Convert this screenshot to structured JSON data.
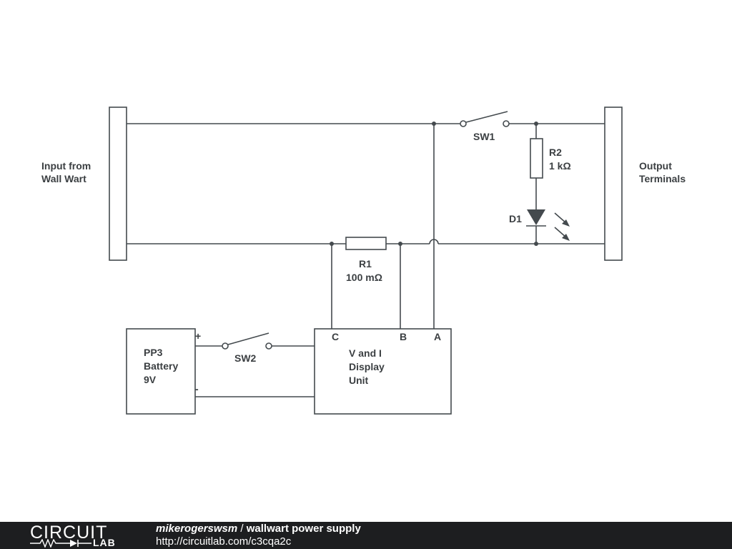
{
  "diagram": {
    "input_label": [
      "Input from",
      "Wall Wart"
    ],
    "output_label": [
      "Output",
      "Terminals"
    ],
    "sw1_label": "SW1",
    "sw2_label": "SW2",
    "r1_name": "R1",
    "r1_value": "100 mΩ",
    "r2_name": "R2",
    "r2_value": "1 kΩ",
    "d1_label": "D1",
    "battery_label": [
      "PP3",
      "Battery",
      "9V"
    ],
    "battery_plus": "+",
    "battery_minus": "-",
    "display_label": [
      "V and I",
      "Display",
      "Unit"
    ],
    "pin_c": "C",
    "pin_b": "B",
    "pin_a": "A",
    "colors": {
      "wire": "#444a4e",
      "text": "#3b3f42",
      "footer_bg": "#1d1e20"
    }
  },
  "footer": {
    "logo_top": "CIRCUIT",
    "logo_bottom": "LAB",
    "author": "mikerogerswsm",
    "separator": "/",
    "title": "wallwart power supply",
    "url": "http://circuitlab.com/c3cqa2c"
  }
}
